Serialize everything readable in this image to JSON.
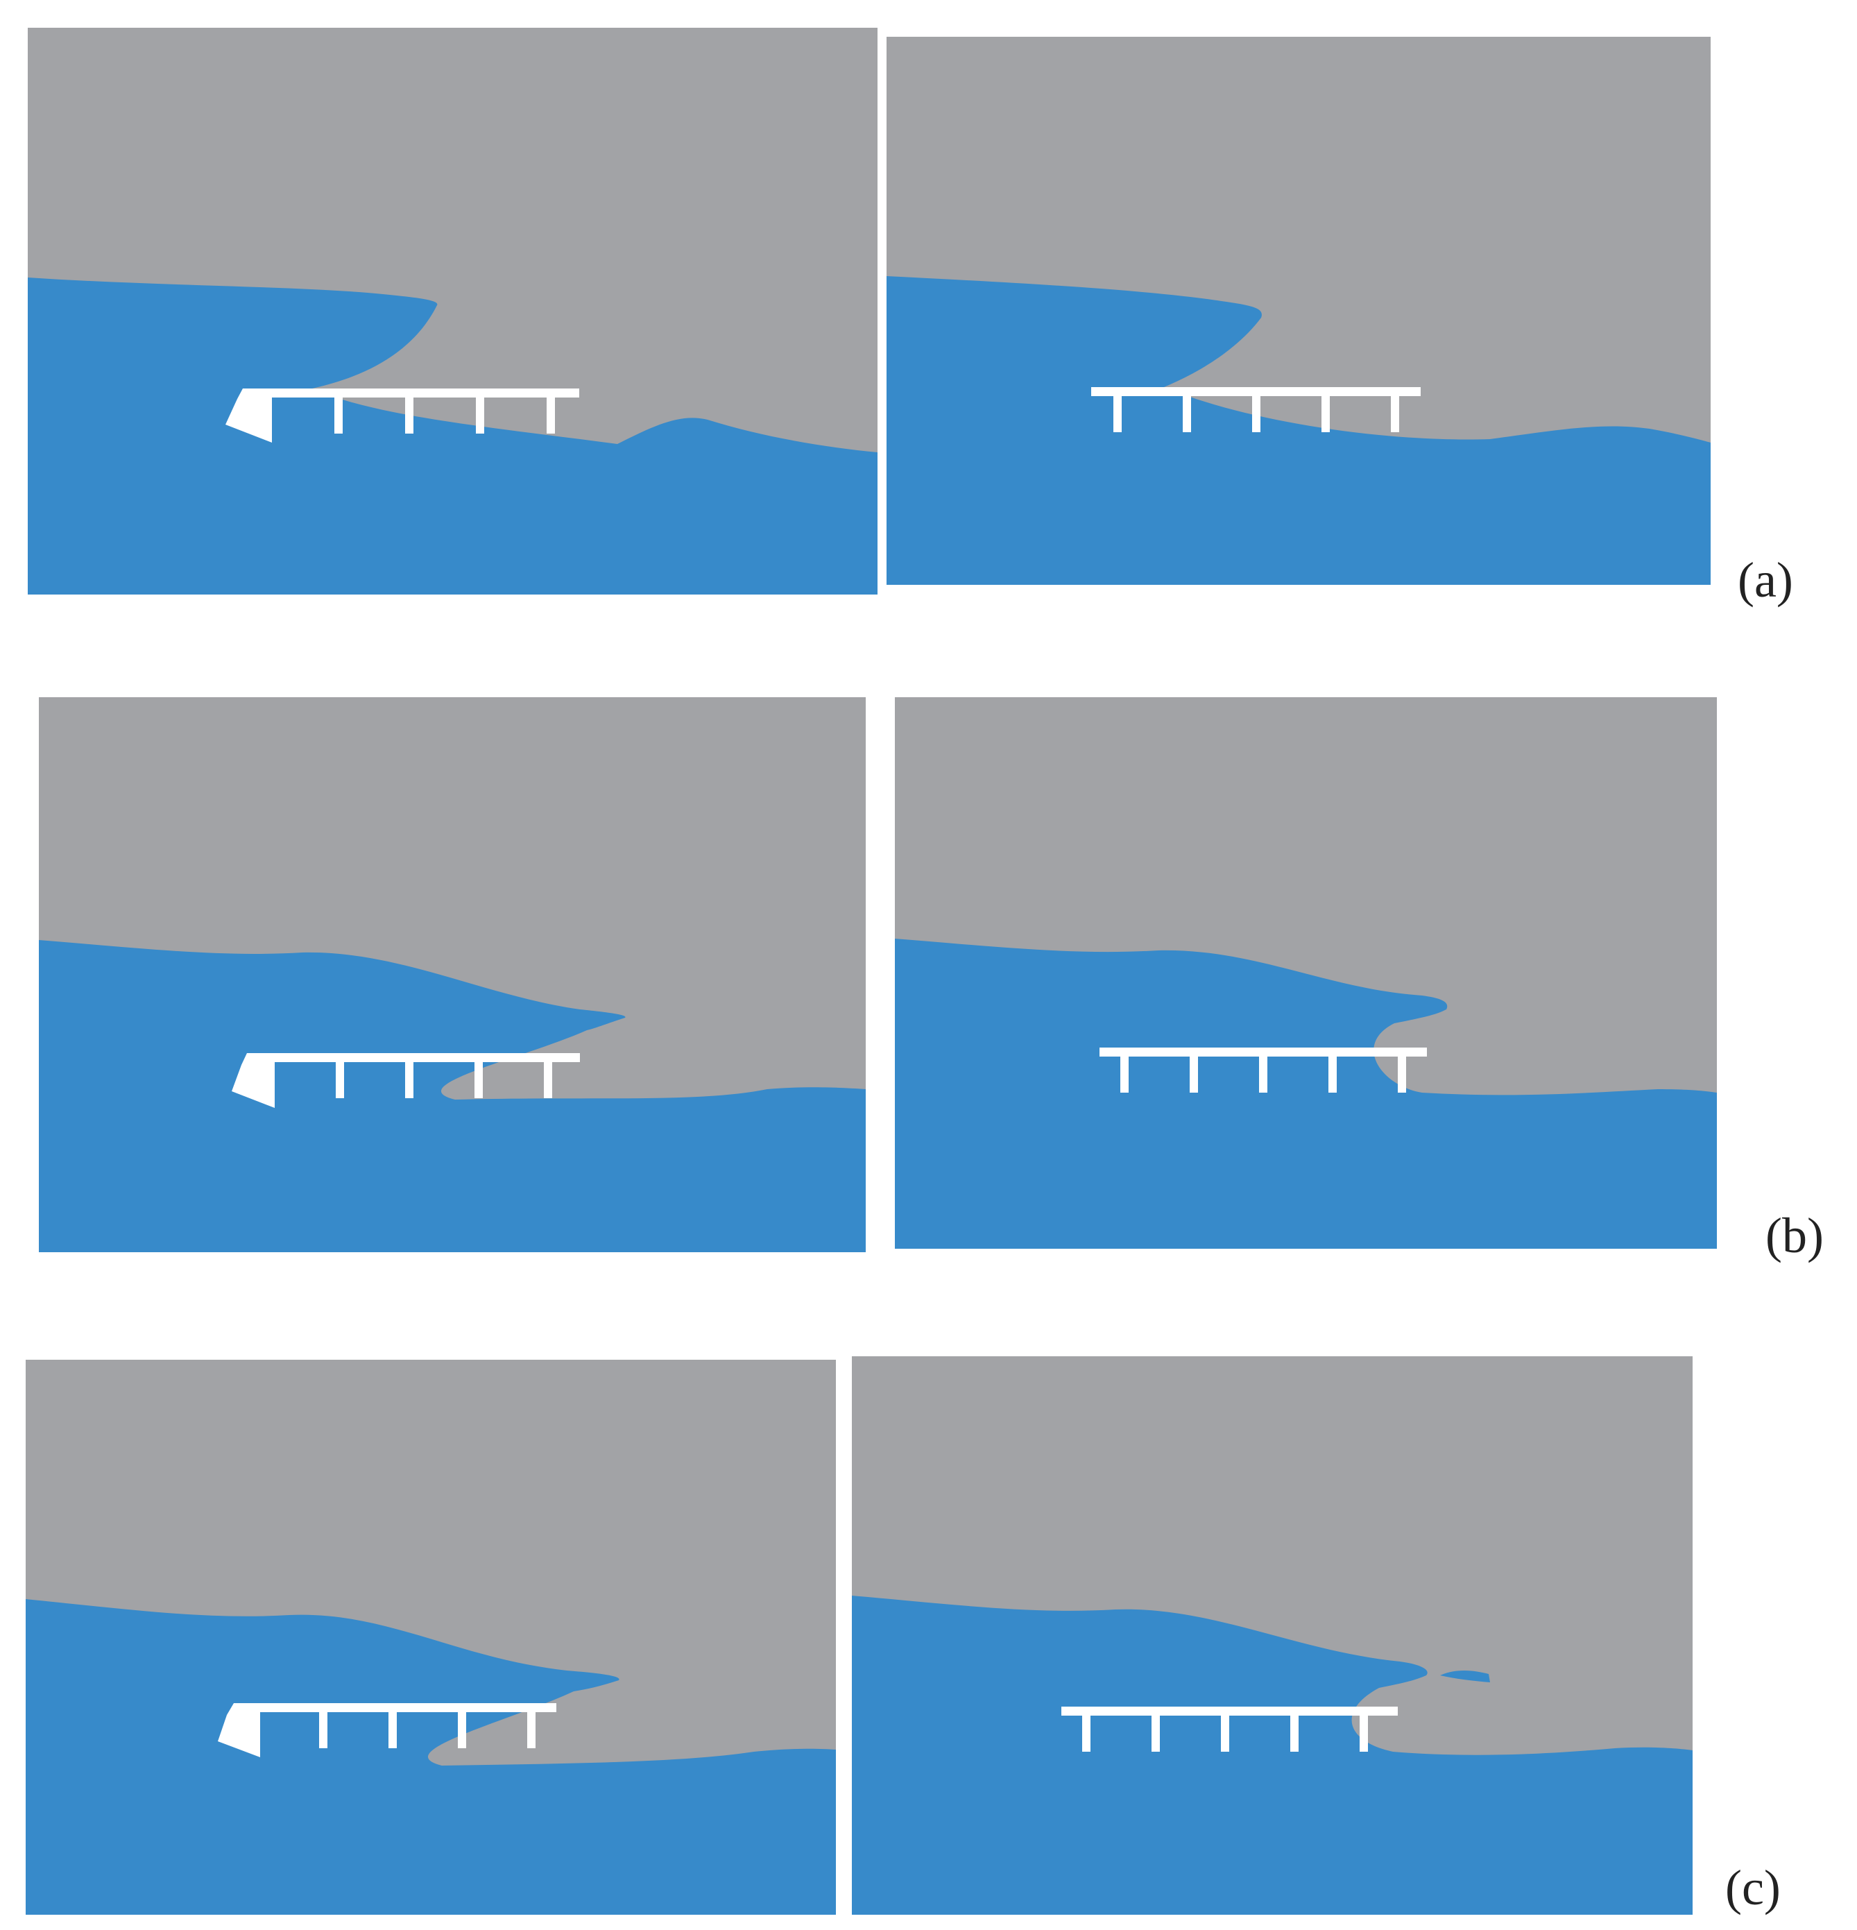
{
  "colors": {
    "air": "#A2A3A6",
    "water": "#378ACA",
    "structure": "#FFFFFF"
  },
  "rows": [
    {
      "label": "(a)",
      "panels": [
        {
          "breakwater": true
        },
        {
          "breakwater": false
        }
      ]
    },
    {
      "label": "(b)",
      "panels": [
        {
          "breakwater": true
        },
        {
          "breakwater": false
        }
      ]
    },
    {
      "label": "(c)",
      "panels": [
        {
          "breakwater": true
        },
        {
          "breakwater": false
        }
      ]
    }
  ]
}
